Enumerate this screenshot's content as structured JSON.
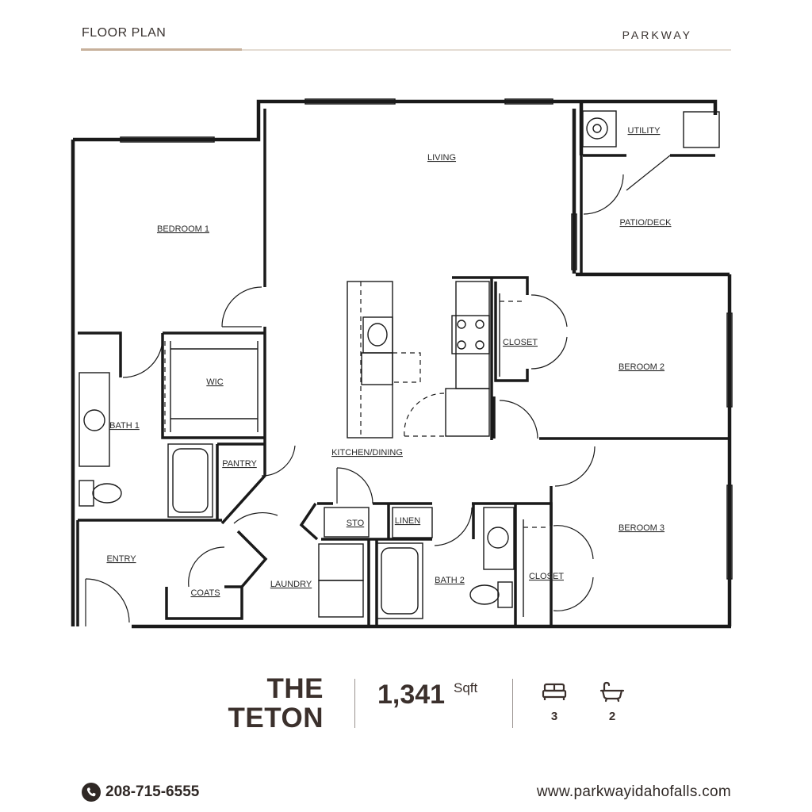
{
  "header": {
    "left_title": "FLOOR PLAN",
    "brand": "PARKWAY"
  },
  "plan": {
    "rooms": {
      "living": "LIVING",
      "utility": "UTILITY",
      "patio": "PATIO/DECK",
      "bedroom1": "BEDROOM 1",
      "closet_b2": "CLOSET",
      "bedroom2": "BEROOM 2",
      "wic": "WIC",
      "bath1": "BATH 1",
      "pantry": "PANTRY",
      "kitchen": "KITCHEN/DINING",
      "bedroom3": "BEROOM 3",
      "sto": "STO",
      "linen": "LINEN",
      "entry": "ENTRY",
      "coats": "COATS",
      "laundry": "LAUNDRY",
      "bath2": "BATH 2",
      "closet_b3": "CLOSET"
    }
  },
  "unit": {
    "name_line1": "THE",
    "name_line2": "TETON",
    "sqft_value": "1,341",
    "sqft_unit": "Sqft",
    "bedrooms": "3",
    "bathrooms": "2",
    "bed_icon": "bed-icon",
    "bath_icon": "bathtub-icon"
  },
  "footer": {
    "phone": "208-715-6555",
    "phone_icon": "phone-icon",
    "website": "www.parkwayidahofalls.com"
  },
  "colors": {
    "accent": "#c7b09b",
    "text": "#3b302c",
    "rule": "#e4dcd3"
  }
}
